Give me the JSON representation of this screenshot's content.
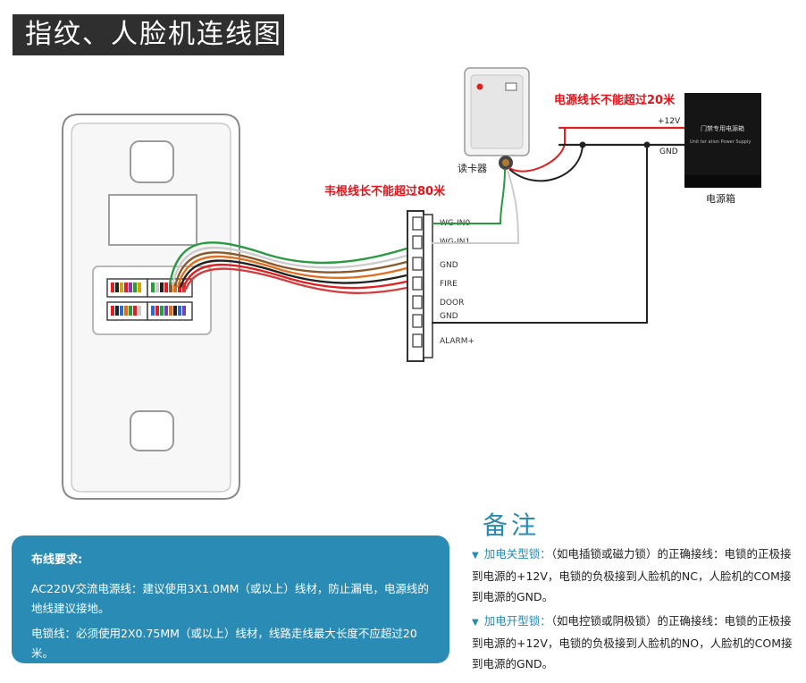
{
  "title": "指纹、人脸机连线图",
  "labels": {
    "power_limit": "电源线长不能超过20米",
    "wiegand_limit": "韦根线长不能超过80米",
    "card_reader": "读卡器",
    "power_box": "电源箱",
    "v12": "+12V",
    "gnd_top": "GND"
  },
  "power_box_text": {
    "line1": "门禁专用电源箱",
    "line2": "Unit ter  ation  Power Supply"
  },
  "terminals": [
    "WG-IN0",
    "WG-IN1",
    "GND",
    "FIRE",
    "DOOR",
    "GND",
    "ALARM+"
  ],
  "wiring_requirements": {
    "title": "布线要求:",
    "ac_line": "AC220V交流电源线：建议使用3X1.0MM（或以上）线材，防止漏电，电源线的地线建议接地。",
    "lock_line": "电锁线：必须使用2X0.75MM（或以上）线材，线路走线最大长度不应超过20米。"
  },
  "notes": {
    "title": "备注",
    "items": [
      {
        "key": "加电关型锁：",
        "text": "（如电插锁或磁力锁）的正确接线：电锁的正极接到电源的+12V，电锁的负极接到人脸机的NC，人脸机的COM接到电源的GND。"
      },
      {
        "key": "加电开型锁：",
        "text": "（如电控锁或阴极锁）的正确接线：电锁的正极接到电源的+12V，电锁的负极接到人脸机的NO，人脸机的COM接到电源的GND。"
      }
    ]
  },
  "colors": {
    "accent": "#2a8bb4",
    "red_label": "#e0141a",
    "wire_red": "#e02020",
    "wire_green": "#2a9a40",
    "wire_black": "#222222"
  }
}
